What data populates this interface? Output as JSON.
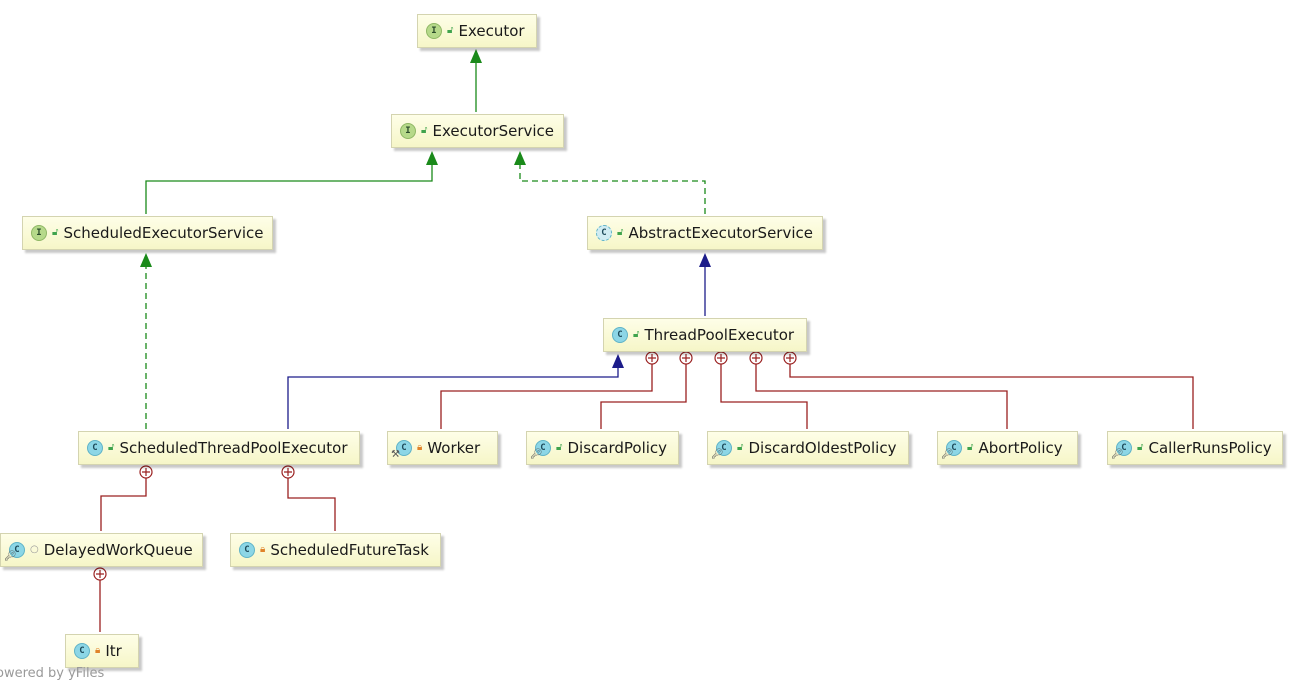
{
  "nodes": [
    {
      "id": "executor",
      "label": "Executor",
      "kind": "I",
      "visibility": "public"
    },
    {
      "id": "executor-service",
      "label": "ExecutorService",
      "kind": "I",
      "visibility": "public"
    },
    {
      "id": "scheduled-executor-service",
      "label": "ScheduledExecutorService",
      "kind": "I",
      "visibility": "public"
    },
    {
      "id": "abstract-executor-service",
      "label": "AbstractExecutorService",
      "kind": "C",
      "visibility": "public",
      "abstract": true
    },
    {
      "id": "thread-pool-executor",
      "label": "ThreadPoolExecutor",
      "kind": "C",
      "visibility": "public"
    },
    {
      "id": "scheduled-thread-pool-executor",
      "label": "ScheduledThreadPoolExecutor",
      "kind": "C",
      "visibility": "public"
    },
    {
      "id": "worker",
      "label": "Worker",
      "kind": "C",
      "visibility": "private",
      "final": true
    },
    {
      "id": "discard-policy",
      "label": "DiscardPolicy",
      "kind": "C",
      "visibility": "public",
      "static": true
    },
    {
      "id": "discard-oldest-policy",
      "label": "DiscardOldestPolicy",
      "kind": "C",
      "visibility": "public",
      "static": true
    },
    {
      "id": "abort-policy",
      "label": "AbortPolicy",
      "kind": "C",
      "visibility": "public",
      "static": true
    },
    {
      "id": "caller-runs-policy",
      "label": "CallerRunsPolicy",
      "kind": "C",
      "visibility": "public",
      "static": true
    },
    {
      "id": "delayed-work-queue",
      "label": "DelayedWorkQueue",
      "kind": "C",
      "visibility": "package",
      "static": true
    },
    {
      "id": "scheduled-future-task",
      "label": "ScheduledFutureTask",
      "kind": "C",
      "visibility": "private"
    },
    {
      "id": "itr",
      "label": "Itr",
      "kind": "C",
      "visibility": "private"
    }
  ],
  "edges": [
    {
      "from": "executor-service",
      "to": "executor",
      "type": "interface-extends"
    },
    {
      "from": "scheduled-executor-service",
      "to": "executor-service",
      "type": "interface-extends"
    },
    {
      "from": "abstract-executor-service",
      "to": "executor-service",
      "type": "implements"
    },
    {
      "from": "thread-pool-executor",
      "to": "abstract-executor-service",
      "type": "class-extends"
    },
    {
      "from": "scheduled-thread-pool-executor",
      "to": "thread-pool-executor",
      "type": "class-extends"
    },
    {
      "from": "scheduled-thread-pool-executor",
      "to": "scheduled-executor-service",
      "type": "implements"
    },
    {
      "from": "worker",
      "to": "thread-pool-executor",
      "type": "inner"
    },
    {
      "from": "discard-policy",
      "to": "thread-pool-executor",
      "type": "inner"
    },
    {
      "from": "discard-oldest-policy",
      "to": "thread-pool-executor",
      "type": "inner"
    },
    {
      "from": "abort-policy",
      "to": "thread-pool-executor",
      "type": "inner"
    },
    {
      "from": "caller-runs-policy",
      "to": "thread-pool-executor",
      "type": "inner"
    },
    {
      "from": "delayed-work-queue",
      "to": "scheduled-thread-pool-executor",
      "type": "inner"
    },
    {
      "from": "scheduled-future-task",
      "to": "scheduled-thread-pool-executor",
      "type": "inner"
    },
    {
      "from": "itr",
      "to": "delayed-work-queue",
      "type": "inner"
    }
  ],
  "colors": {
    "interface_extends": "#1a8a1a",
    "class_extends": "#1c1c8a",
    "inner": "#9a2020",
    "node_fill": "#fbfbdc"
  },
  "footer": "owered by yFiles"
}
